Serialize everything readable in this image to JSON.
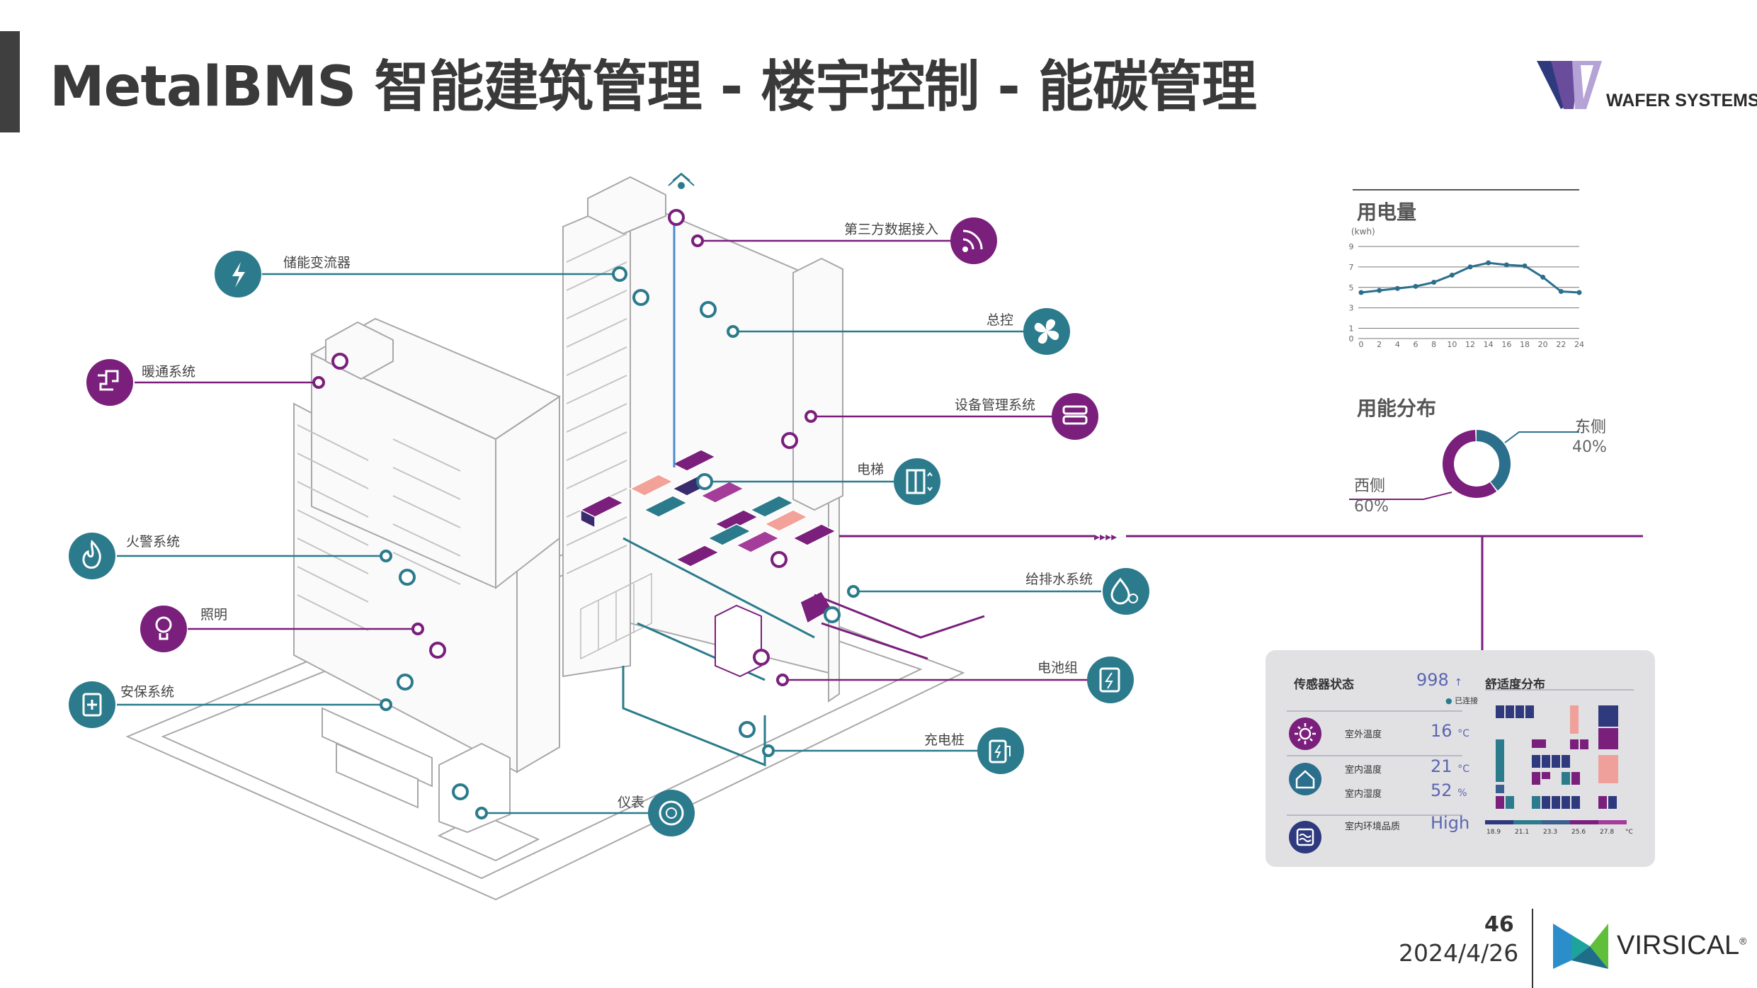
{
  "title": "MetalBMS 智能建筑管理 - 楼宇控制 - 能碳管理",
  "brand": {
    "company": "WAFER SYSTEMS",
    "footer_brand": "VIRSICAL",
    "registered": "®"
  },
  "colors": {
    "purple": "#7a1f7c",
    "teal": "#2b7b8c",
    "navy": "#2e3a7d",
    "gray_line": "#a8a8a8"
  },
  "left_callouts": [
    {
      "label": "储能变流器",
      "icon": "bolt-icon"
    },
    {
      "label": "暖通系统",
      "icon": "hvac-icon"
    },
    {
      "label": "火警系统",
      "icon": "flame-icon"
    },
    {
      "label": "照明",
      "icon": "bulb-icon"
    },
    {
      "label": "安保系统",
      "icon": "shield-icon"
    }
  ],
  "right_callouts": [
    {
      "label": "第三方数据接入",
      "icon": "wireless-icon"
    },
    {
      "label": "总控",
      "icon": "fan-icon"
    },
    {
      "label": "设备管理系统",
      "icon": "server-icon"
    },
    {
      "label": "电梯",
      "icon": "elevator-icon"
    },
    {
      "label": "给排水系统",
      "icon": "water-drop-icon"
    },
    {
      "label": "电池组",
      "icon": "battery-icon"
    },
    {
      "label": "充电桩",
      "icon": "charger-icon"
    },
    {
      "label": "仪表",
      "icon": "meter-icon"
    }
  ],
  "chart_data": [
    {
      "type": "line",
      "title": "用电量",
      "ylabel": "(kwh)",
      "x": [
        0,
        2,
        4,
        6,
        8,
        10,
        12,
        14,
        16,
        18,
        20,
        22,
        24
      ],
      "series": [
        {
          "values": [
            4.5,
            4.7,
            4.9,
            5.1,
            5.5,
            6.2,
            7.0,
            7.4,
            7.2,
            7.1,
            6.0,
            4.6,
            4.5
          ]
        }
      ],
      "xticks": [
        "0",
        "2",
        "4",
        "6",
        "8",
        "10",
        "12",
        "14",
        "16",
        "18",
        "20",
        "22",
        "24"
      ],
      "yticks": [
        "9",
        "7",
        "5",
        "3",
        "1",
        "0"
      ],
      "ylim": [
        0,
        9
      ],
      "grid": true
    },
    {
      "type": "pie",
      "title": "用能分布",
      "slices": [
        {
          "label": "东侧",
          "value": 40,
          "value_label": "40%",
          "color": "#2b6f8c"
        },
        {
          "label": "西侧",
          "value": 60,
          "value_label": "60%",
          "color": "#7a1f7c"
        }
      ]
    }
  ],
  "sensor_panel": {
    "title": "传感器状态",
    "count": "998",
    "count_arrow": "↑",
    "connected": "已连接",
    "rows": [
      {
        "label": "室外温度",
        "value": "16",
        "unit": "°C",
        "icon": "sun-icon"
      },
      {
        "label": "室内温度",
        "value": "21",
        "unit": "°C",
        "icon": "house-icon"
      },
      {
        "label": "室内湿度",
        "value": "52",
        "unit": "%"
      },
      {
        "label": "室内环境品质",
        "value": "High",
        "unit": "",
        "icon": "air-quality-icon"
      }
    ],
    "comfort_title": "舒适度分布",
    "comfort_scale": [
      "18.9",
      "21.1",
      "23.3",
      "25.6",
      "27.8",
      "°C"
    ]
  },
  "footer": {
    "page_number": "46",
    "date": "2024/4/26"
  }
}
